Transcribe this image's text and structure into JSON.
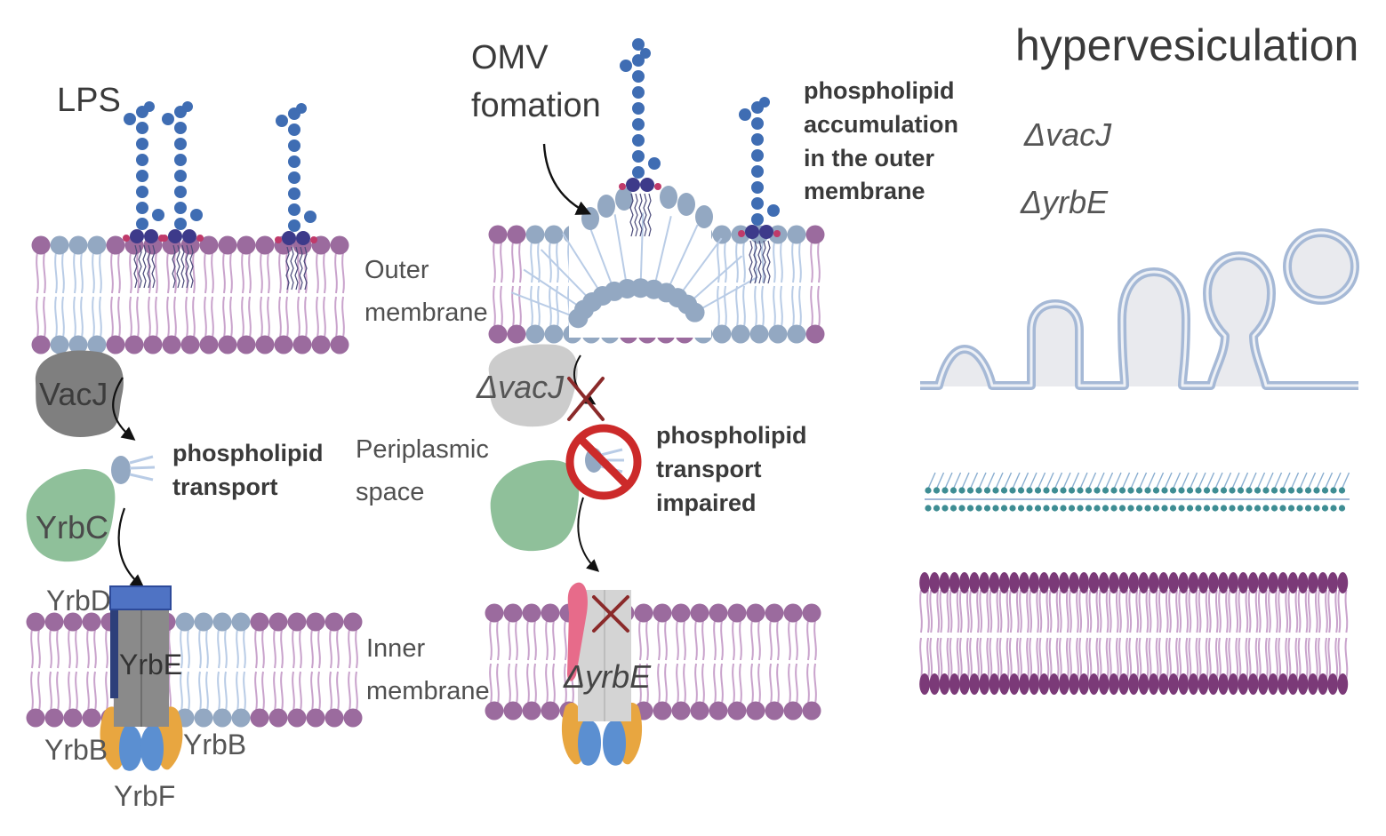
{
  "labels": {
    "lps": "LPS",
    "omv_line1": "OMV",
    "omv_line2": "fomation",
    "outer_line1": "Outer",
    "outer_line2": "membrane",
    "inner_line1": "Inner",
    "inner_line2": "membrane",
    "periplasmic_line1": "Periplasmic",
    "periplasmic_line2": "space",
    "vacj": "VacJ",
    "yrbc": "YrbC",
    "yrbd": "YrbD",
    "yrbe": "YrbE",
    "yrbb_left": "YrbB",
    "yrbb_right": "YrbB",
    "yrbf": "YrbF",
    "phospholipid_transport": "phospholipid transport",
    "accumulation": "phospholipid accumulation in the outer membrane",
    "transport_impaired": "phospholipid transport impaired",
    "delta_vacj_mid": "ΔvacJ",
    "delta_yrbe_mid": "ΔyrbE",
    "hypervesiculation": "hypervesiculation",
    "delta_vacj_right": "ΔvacJ",
    "delta_yrbe_right": "ΔyrbE"
  },
  "colors": {
    "membrane_purple": "#9b6b9e",
    "membrane_tail": "#c9a3cc",
    "phospholipid_blue": "#93a8c2",
    "phospholipid_tail": "#b9cce6",
    "lps_sugar": "#3f6db3",
    "lipid_a": "#3d3a8a",
    "vacj_gray": "#7f7f7f",
    "yrbc_green": "#8fc09a",
    "yrbd_blue": "#4f73c4",
    "yrbe_gray": "#8a8a8a",
    "yrbb_orange": "#e8a640",
    "yrbf_blue": "#5b8fd1",
    "prohibit_red": "#cc2a2a",
    "cross_red": "#8b2a2a",
    "vesicle_fill": "#e9eaee",
    "vesicle_stroke": "#a6b9d6",
    "teal": "#3e8d93",
    "deep_purple": "#7b3a78"
  }
}
